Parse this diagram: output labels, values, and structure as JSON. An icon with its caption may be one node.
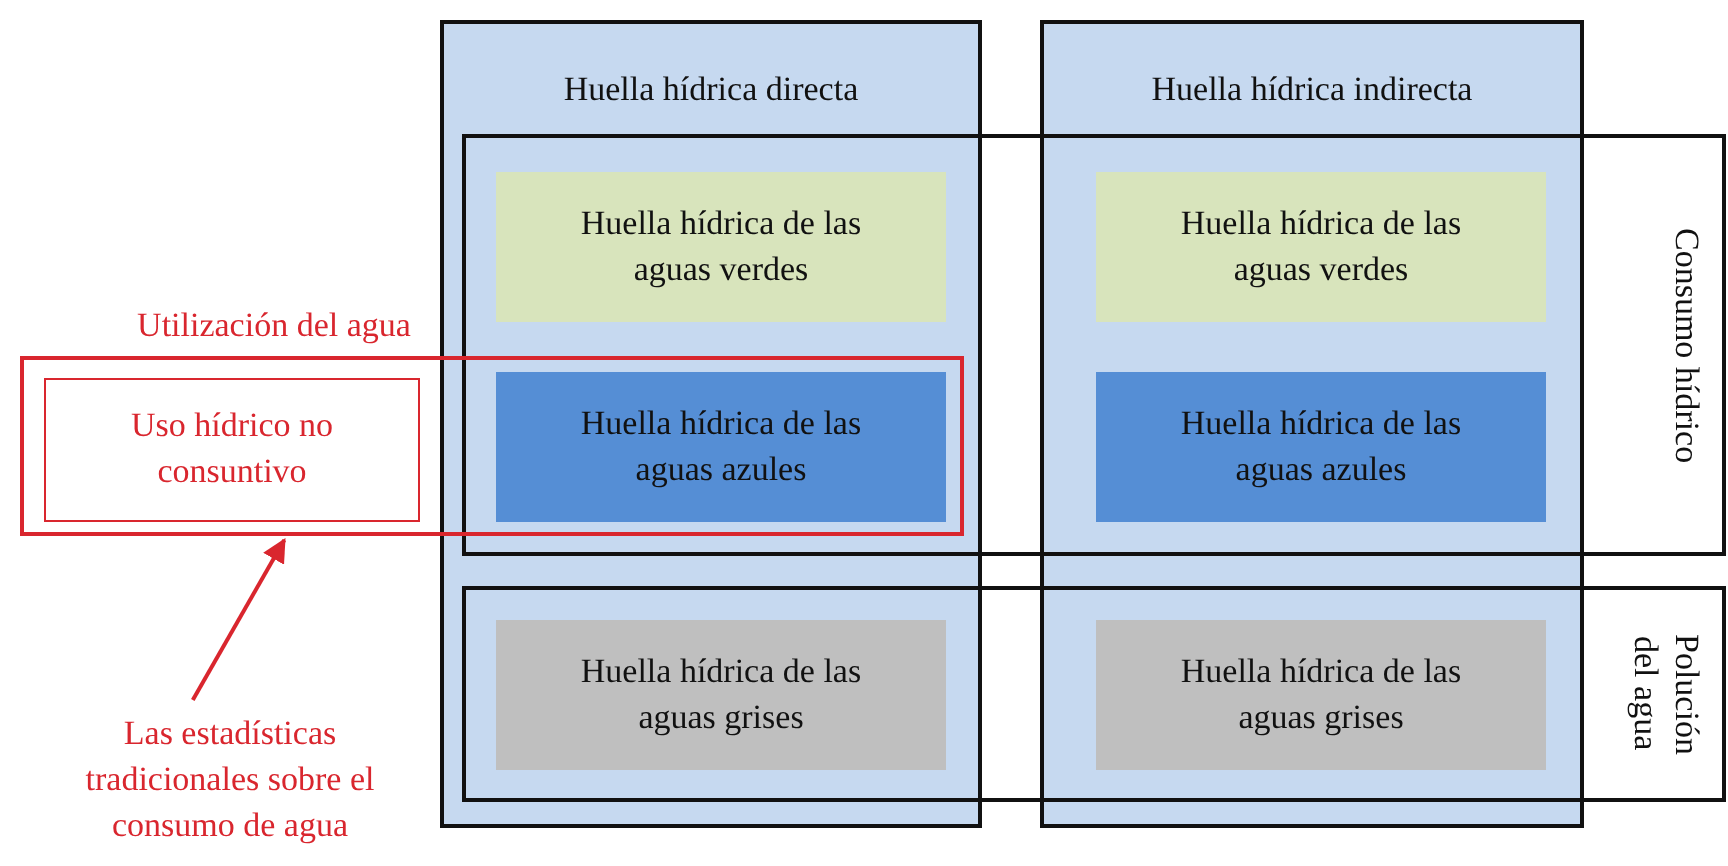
{
  "diagram": {
    "nodes": [
      {
        "text": [
          "Huella hídrica directa"
        ]
      },
      {
        "text": [
          "Huella hídrica indirecta"
        ]
      },
      {
        "text": [
          "Consumo hídrico"
        ]
      },
      {
        "text": [
          "Polución del agua"
        ]
      },
      {
        "text": [
          "Huella hídrica de las aguas verdes"
        ]
      },
      {
        "text": [
          "Huella hídrica de las aguas azules"
        ]
      },
      {
        "text": [
          "Huella hídrica de las aguas grises"
        ]
      },
      {
        "text": [
          "Huella hídrica de las aguas verdes"
        ]
      },
      {
        "text": [
          "Huella hídrica de las aguas azules"
        ]
      },
      {
        "text": [
          "Huella hídrica de las aguas grises"
        ]
      },
      {
        "text": [
          "Utilización del agua"
        ]
      },
      {
        "text": [
          "Uso hídrico no consuntivo"
        ],
        "in": 10
      },
      {
        "text": [
          "Las estadísticas tradicionales sobre el consumo de agua"
        ]
      }
    ],
    "edges": [
      {
        "from": 12,
        "to": 10,
        "arrow": "to",
        "color": "#d9262e"
      }
    ]
  }
}
